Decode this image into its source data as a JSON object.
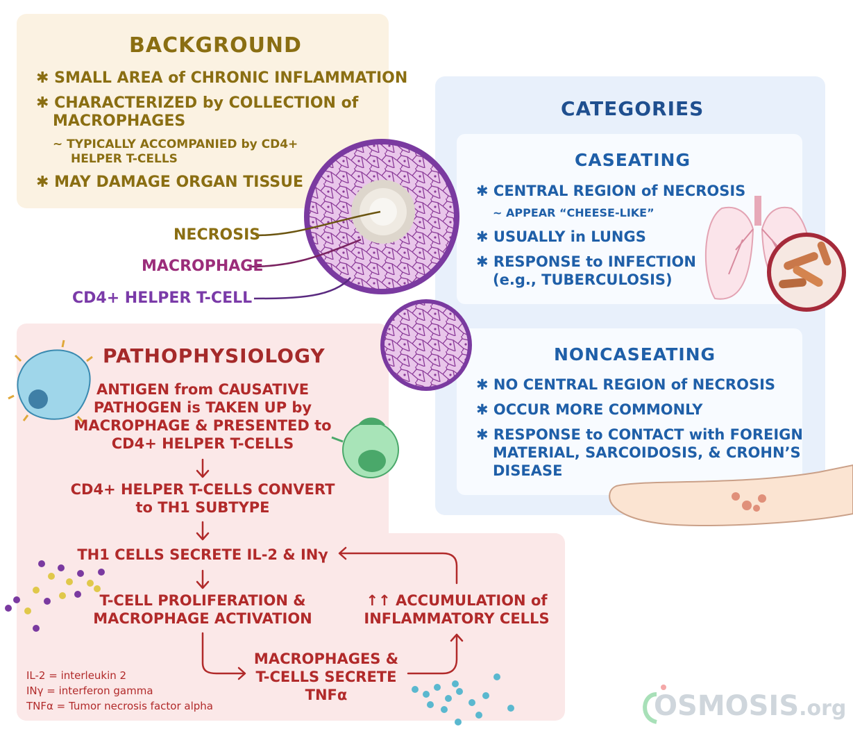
{
  "background": {
    "title": "BACKGROUND",
    "items": [
      "✱ SMALL AREA of CHRONIC INFLAMMATION",
      "✱ CHARACTERIZED by COLLECTION of",
      "MACROPHAGES",
      "~ TYPICALLY ACCOMPANIED by CD4+",
      "HELPER T-CELLS",
      "✱ MAY DAMAGE ORGAN TISSUE"
    ]
  },
  "labels": {
    "necrosis": "NECROSIS",
    "macrophage": "MACROPHAGE",
    "cd4": "CD4+ HELPER T-CELL"
  },
  "categories": {
    "title": "CATEGORIES",
    "caseating": {
      "title": "CASEATING",
      "items": [
        "✱ CENTRAL REGION of NECROSIS",
        "~ APPEAR “CHEESE-LIKE”",
        "✱ USUALLY in LUNGS",
        "✱ RESPONSE to INFECTION",
        "(e.g., TUBERCULOSIS)"
      ]
    },
    "noncaseating": {
      "title": "NONCASEATING",
      "items": [
        "✱ NO CENTRAL REGION of NECROSIS",
        "✱ OCCUR MORE COMMONLY",
        "✱ RESPONSE to CONTACT with FOREIGN",
        "MATERIAL, SARCOIDOSIS, & CROHN’S",
        "DISEASE"
      ]
    }
  },
  "pathophysiology": {
    "title": "PATHOPHYSIOLOGY",
    "steps": {
      "s1": [
        "ANTIGEN from CAUSATIVE",
        "PATHOGEN is TAKEN UP by",
        "MACROPHAGE & PRESENTED to",
        "CD4+ HELPER T-CELLS"
      ],
      "s2": [
        "CD4+ HELPER T-CELLS CONVERT",
        "to TH1 SUBTYPE"
      ],
      "s3": [
        "TH1 CELLS SECRETE IL-2 & INγ"
      ],
      "s4": [
        "T-CELL PROLIFERATION &",
        "MACROPHAGE ACTIVATION"
      ],
      "s5": [
        "MACROPHAGES &",
        "T-CELLS SECRETE",
        "TNFα"
      ],
      "s6": [
        "↑↑ ACCUMULATION of",
        "INFLAMMATORY CELLS"
      ]
    },
    "legend": [
      "IL-2 = interleukin 2",
      "INγ = interferon gamma",
      "TNFα = Tumor necrosis factor alpha"
    ]
  },
  "logo": {
    "text": "OSMOSIS",
    "suffix": ".org"
  },
  "colors": {
    "background_text": "#8a6e12",
    "categories_text": "#1f5fa8",
    "patho_text": "#b12a2a",
    "macrophage": "#9b2d7a",
    "cd4": "#7a3aa8"
  }
}
